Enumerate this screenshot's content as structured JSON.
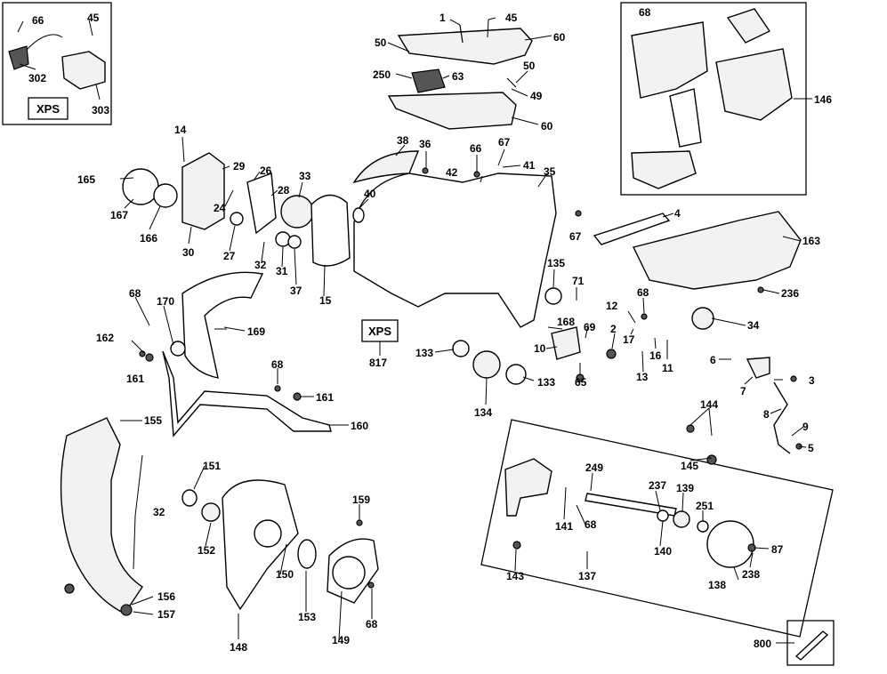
{
  "labels": {
    "l1": "1",
    "l2": "2",
    "l3": "3",
    "l4": "4",
    "l5": "5",
    "l6": "6",
    "l7": "7",
    "l8": "8",
    "l9": "9",
    "l10": "10",
    "l11": "11",
    "l12": "12",
    "l13": "13",
    "l14": "14",
    "l15": "15",
    "l16": "16",
    "l17": "17",
    "l24": "24",
    "l26": "26",
    "l27": "27",
    "l28": "28",
    "l29": "29",
    "l30": "30",
    "l31": "31",
    "l32a": "32",
    "l32b": "32",
    "l33": "33",
    "l34": "34",
    "l35": "35",
    "l36": "36",
    "l37": "37",
    "l38": "38",
    "l40": "40",
    "l41": "41",
    "l42": "42",
    "l45a": "45",
    "l45b": "45",
    "l49": "49",
    "l50a": "50",
    "l50b": "50",
    "l60a": "60",
    "l60b": "60",
    "l63": "63",
    "l65": "65",
    "l66a": "66",
    "l66b": "66",
    "l67a": "67",
    "l67b": "67",
    "l68a": "68",
    "l68b": "68",
    "l68c": "68",
    "l68d": "68",
    "l68e": "68",
    "l68f": "68",
    "l69": "69",
    "l71": "71",
    "l87": "87",
    "l133a": "133",
    "l133b": "133",
    "l134": "134",
    "l135": "135",
    "l137": "137",
    "l138": "138",
    "l139": "139",
    "l140": "140",
    "l141": "141",
    "l143": "143",
    "l144": "144",
    "l145": "145",
    "l146": "146",
    "l148": "148",
    "l149": "149",
    "l150": "150",
    "l151": "151",
    "l152": "152",
    "l153": "153",
    "l155": "155",
    "l156": "156",
    "l157": "157",
    "l159": "159",
    "l160": "160",
    "l161a": "161",
    "l161b": "161",
    "l162": "162",
    "l163": "163",
    "l165": "165",
    "l166": "166",
    "l167": "167",
    "l168": "168",
    "l169": "169",
    "l170": "170",
    "l236": "236",
    "l237": "237",
    "l238": "238",
    "l249": "249",
    "l250": "250",
    "l251": "251",
    "l302": "302",
    "l303": "303",
    "l800": "800",
    "l817": "817"
  },
  "boxes": {
    "xps_inset": "XPS",
    "xps_main": "XPS"
  }
}
